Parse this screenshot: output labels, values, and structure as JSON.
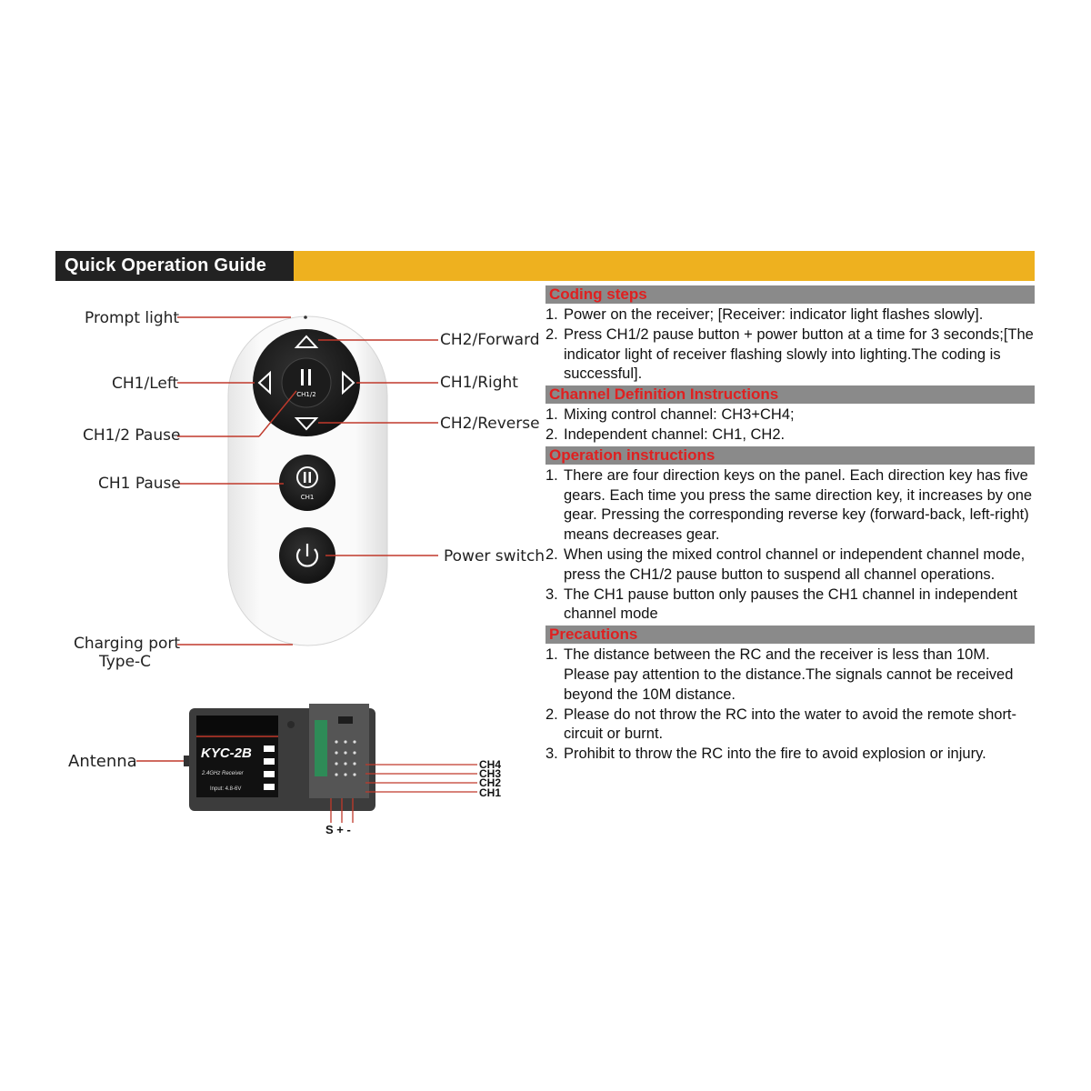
{
  "banner": {
    "title": "Quick Operation Guide"
  },
  "remote": {
    "center_label": "CH1/2",
    "ch1_button_label": "CH1",
    "labels": {
      "prompt_light": "Prompt light",
      "ch1_left": "CH1/Left",
      "ch12_pause": "CH1/2 Pause",
      "ch1_pause": "CH1 Pause",
      "charging_port": "Charging port",
      "type_c": "Type-C",
      "ch2_forward": "CH2/Forward",
      "ch1_right": "CH1/Right",
      "ch2_reverse": "CH2/Reverse",
      "power_switch": "Power switch"
    }
  },
  "receiver": {
    "antenna_label": "Antenna",
    "model": "KYC-2B",
    "subtitle": "2.4GHz Receiver",
    "input": "Input: 4.8-6V",
    "channels": [
      "CH4",
      "CH3",
      "CH2",
      "CH1"
    ],
    "pins": "S + -"
  },
  "sections": [
    {
      "title": "Coding steps",
      "items": [
        {
          "num": "1.",
          "text": "Power on the receiver; [Receiver: indicator light flashes slowly]."
        },
        {
          "num": "2.",
          "text": "Press CH1/2 pause button + power button at a time for 3 seconds;[The indicator light of receiver flashing slowly into lighting.The coding is successful]."
        }
      ]
    },
    {
      "title": "Channel Definition Instructions",
      "items": [
        {
          "num": "1.",
          "text": "Mixing control channel: CH3+CH4;"
        },
        {
          "num": "2.",
          "text": "Independent channel: CH1, CH2."
        }
      ]
    },
    {
      "title": "Operation instructions",
      "items": [
        {
          "num": "1.",
          "text": "There are four direction keys on the panel. Each direction key has five gears. Each time you press the same direction key, it increases by one gear. Pressing the corresponding reverse key (forward-back, left-right) means decreases gear."
        },
        {
          "num": "2.",
          "text": "When using the mixed control channel or independent channel mode, press the CH1/2 pause button to suspend all channel operations."
        },
        {
          "num": "3.",
          "text": "The CH1 pause button only pauses the CH1 channel in independent channel mode"
        }
      ]
    },
    {
      "title": "Precautions",
      "items": [
        {
          "num": "1.",
          "text": "The distance between the RC and the receiver is less than 10M. Please pay attention to the distance.The signals cannot be received beyond the 10M distance."
        },
        {
          "num": "2.",
          "text": "Please do not throw the RC into the water to avoid the remote short-circuit or burnt."
        },
        {
          "num": "3.",
          "text": "Prohibit to throw the RC into the fire to avoid explosion or injury."
        }
      ]
    }
  ],
  "colors": {
    "banner": "#eeb11f",
    "banner_title_bg": "#222222",
    "section_bg": "#8a8a8a",
    "section_text": "#e02020",
    "leader": "#c0392b"
  }
}
